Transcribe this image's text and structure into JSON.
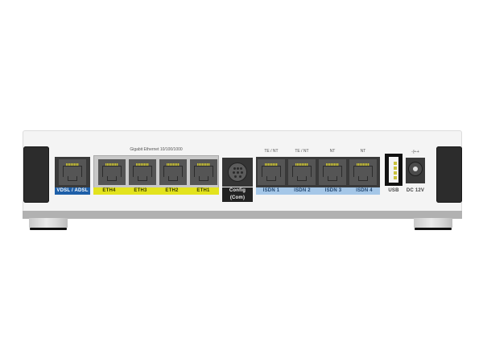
{
  "device": {
    "type": "router-rear-panel",
    "colors": {
      "case": "#f4f4f4",
      "base": "#b1b1b1",
      "bumper": "#2c2c2c",
      "wan_label": "#1e5fa8",
      "lan_label": "#e3e31e",
      "isdn_label": "#a5c7e8",
      "config_label": "#222222"
    }
  },
  "group_labels": {
    "ethernet": "Gigabit Ethernet 10/100/1000"
  },
  "ports": {
    "wan": {
      "label": "VDSL / ADSL",
      "icon": "rj45-port-icon"
    },
    "eth": [
      {
        "label": "ETH4"
      },
      {
        "label": "ETH3"
      },
      {
        "label": "ETH2"
      },
      {
        "label": "ETH1"
      }
    ],
    "config": {
      "label": "Config (Com)",
      "icon": "mini-din-port-icon"
    },
    "isdn": [
      {
        "label": "ISDN 1",
        "mode": "TE / NT"
      },
      {
        "label": "ISDN 2",
        "mode": "TE / NT"
      },
      {
        "label": "ISDN 3",
        "mode": "NT"
      },
      {
        "label": "ISDN 4",
        "mode": "NT"
      }
    ],
    "usb": {
      "label": "USB",
      "icon": "usb-port-icon"
    },
    "power": {
      "label": "DC 12V",
      "polarity": "-(•-+",
      "icon": "dc-power-jack-icon"
    }
  }
}
